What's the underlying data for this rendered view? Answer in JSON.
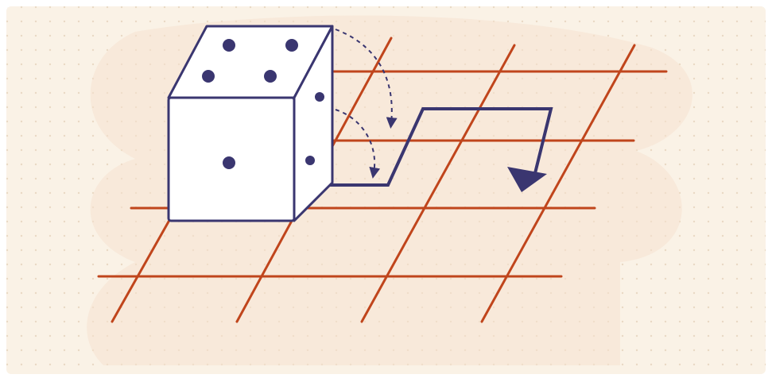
{
  "diagram": {
    "colors": {
      "background": "#faf2e6",
      "background_dots": "#e9d9c4",
      "blob": "#f5e2d0",
      "grid_line": "#c0451c",
      "dice_outline": "#3a3670",
      "dice_fill": "#ffffff",
      "pip": "#3a3670",
      "path": "#3a3670",
      "roll_arrow": "#3a3670"
    },
    "dice": {
      "top_face_pips": 4,
      "front_face_pips": 1,
      "right_face_pips": 2
    },
    "grid": {
      "horizontal_lines": 4,
      "slanted_lines": 4
    },
    "icons": [
      "dice-icon",
      "roll-arrow-icon",
      "path-arrow-icon"
    ]
  }
}
